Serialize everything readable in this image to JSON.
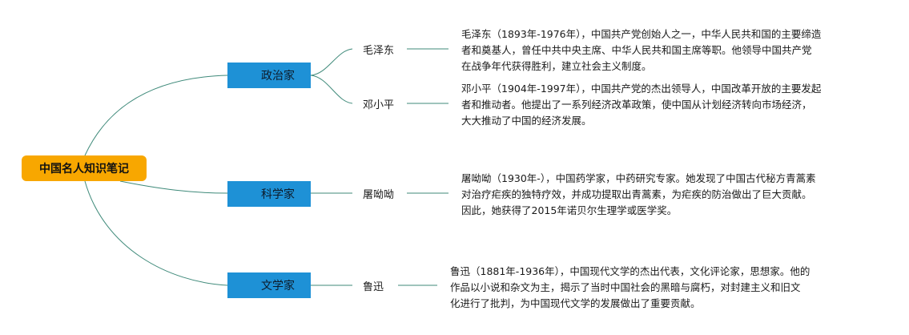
{
  "root": {
    "label": "中国名人知识笔记"
  },
  "categories": [
    {
      "label": "政治家",
      "people": [
        {
          "name": "毛泽东",
          "desc": [
            "毛泽东（1893年-1976年），中国共产党创始人之一，中华人民共和国的主要缔造",
            "者和奠基人，曾任中共中央主席、中华人民共和国主席等职。他领导中国共产党",
            "在战争年代获得胜利，建立社会主义制度。"
          ]
        },
        {
          "name": "邓小平",
          "desc": [
            "邓小平（1904年-1997年），中国共产党的杰出领导人，中国改革开放的主要发起",
            "者和推动者。他提出了一系列经济改革政策，使中国从计划经济转向市场经济，",
            "大大推动了中国的经济发展。"
          ]
        }
      ]
    },
    {
      "label": "科学家",
      "people": [
        {
          "name": "屠呦呦",
          "desc": [
            "屠呦呦（1930年-），中国药学家，中药研究专家。她发现了中国古代秘方青蒿素",
            "对治疗疟疾的独特疗效，并成功提取出青蒿素，为疟疾的防治做出了巨大贡献。",
            "因此，她获得了2015年诺贝尔生理学或医学奖。"
          ]
        }
      ]
    },
    {
      "label": "文学家",
      "people": [
        {
          "name": "鲁迅",
          "desc": [
            "鲁迅（1881年-1936年），中国现代文学的杰出代表，文化评论家，思想家。他的",
            "作品以小说和杂文为主，揭示了当时中国社会的黑暗与腐朽，对封建主义和旧文",
            "化进行了批判，为中国现代文学的发展做出了重要贡献。"
          ]
        }
      ]
    }
  ],
  "colors": {
    "root": "#f8a700",
    "category": "#1e91d6",
    "line": "#3f8a7a"
  }
}
